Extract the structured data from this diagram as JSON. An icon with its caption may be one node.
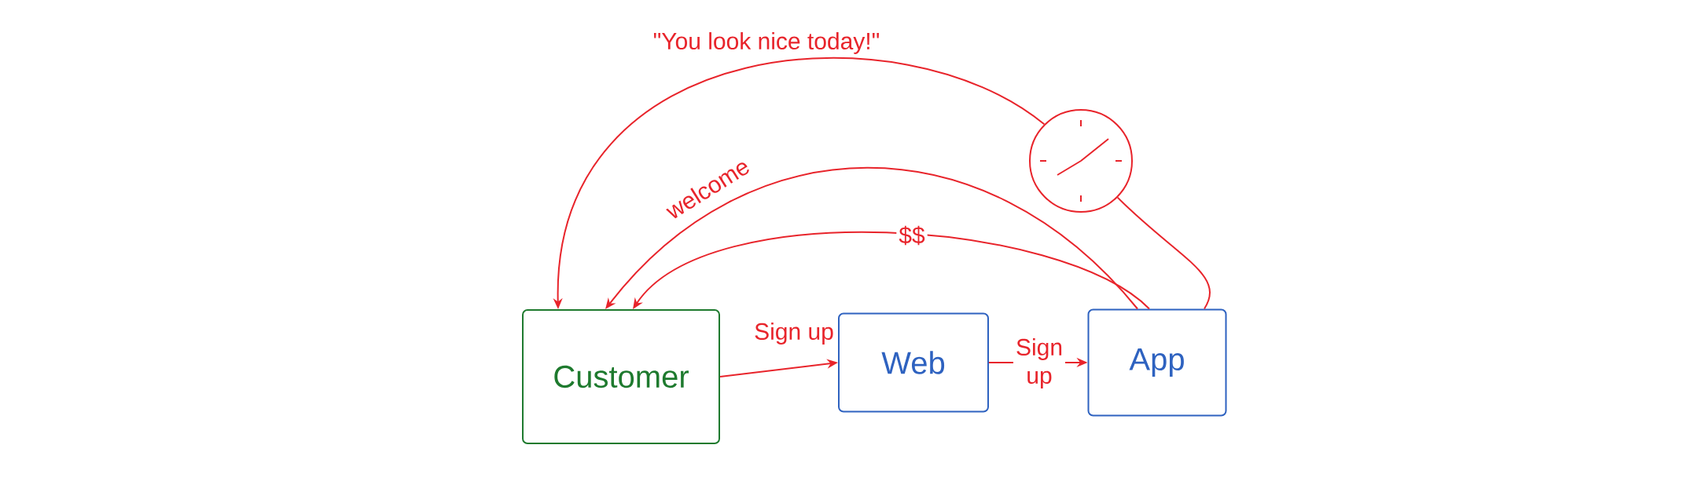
{
  "diagram": {
    "nodes": [
      {
        "text": [
          "Customer"
        ]
      },
      {
        "text": [
          "Web"
        ]
      },
      {
        "text": [
          "App"
        ]
      },
      {
        "text": [],
        "shape": "clock"
      }
    ],
    "edges": [
      {
        "from": 0,
        "to": 1,
        "arrow": "to",
        "label": "Sign up"
      },
      {
        "from": 1,
        "to": 2,
        "arrow": "to",
        "label": "Sign up"
      },
      {
        "from": 2,
        "to": 0,
        "arrow": "to",
        "label": "$$"
      },
      {
        "from": 2,
        "to": 0,
        "arrow": "to",
        "label": "welcome"
      },
      {
        "from": 3,
        "to": 0,
        "arrow": "to",
        "label": "\"You look nice today!\""
      },
      {
        "from": 3,
        "to": 2,
        "arrow": "none"
      }
    ]
  }
}
